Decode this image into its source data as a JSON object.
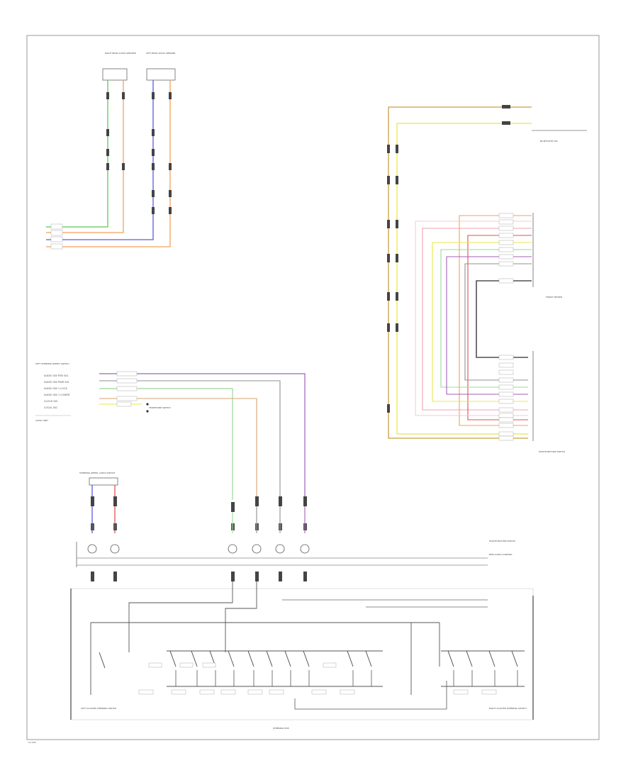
{
  "colors": {
    "green": "#5ac85a",
    "orange": "#f2a25a",
    "blue": "#5a5ae6",
    "violet": "#a060b8",
    "yellow": "#e8e84a",
    "gold": "#c8a040",
    "pink": "#f2a0b0",
    "red": "#e05050",
    "gray": "#909090",
    "dark": "#505050",
    "lightgreen": "#9ad89a",
    "frame": "#9a9a9a"
  },
  "labels": {
    "top_left_conn_1": "RIGHT REAR AUDIO SPEAKER",
    "top_left_conn_2": "LEFT REAR AUDIO SPEAKER",
    "bluetooth": "BLUETOOTH MIC",
    "front_heater": "FRONT HEATER",
    "left_controls_group": "LEFT STEERING WHEEL SWITCH",
    "audio_modes": [
      "AUDIO SW RTN SIG",
      "AUDIO SW PWR SIG",
      "AUDIO SW 1 LOCK",
      "AUDIO SW 1 LOWER",
      "CLOCK SIG",
      "LOCAL SIG"
    ],
    "tele_switch": "TELEPHONE SWITCH",
    "audio_unit": "AUDIO UNIT",
    "lane_switch": "STEERING WHEEL AUDIO SWITCH",
    "multifunction": "MULTIFUNCTION SWITCH",
    "steering_hub": "STEERING HUB",
    "left_cluster": "LEFT CLUSTER STEERING SWITCH",
    "right_cluster": "RIGHT CLUSTER STEERING SWITCH",
    "rem_audio": "REM AUDIO CONTROL",
    "footer": "LC-125"
  }
}
